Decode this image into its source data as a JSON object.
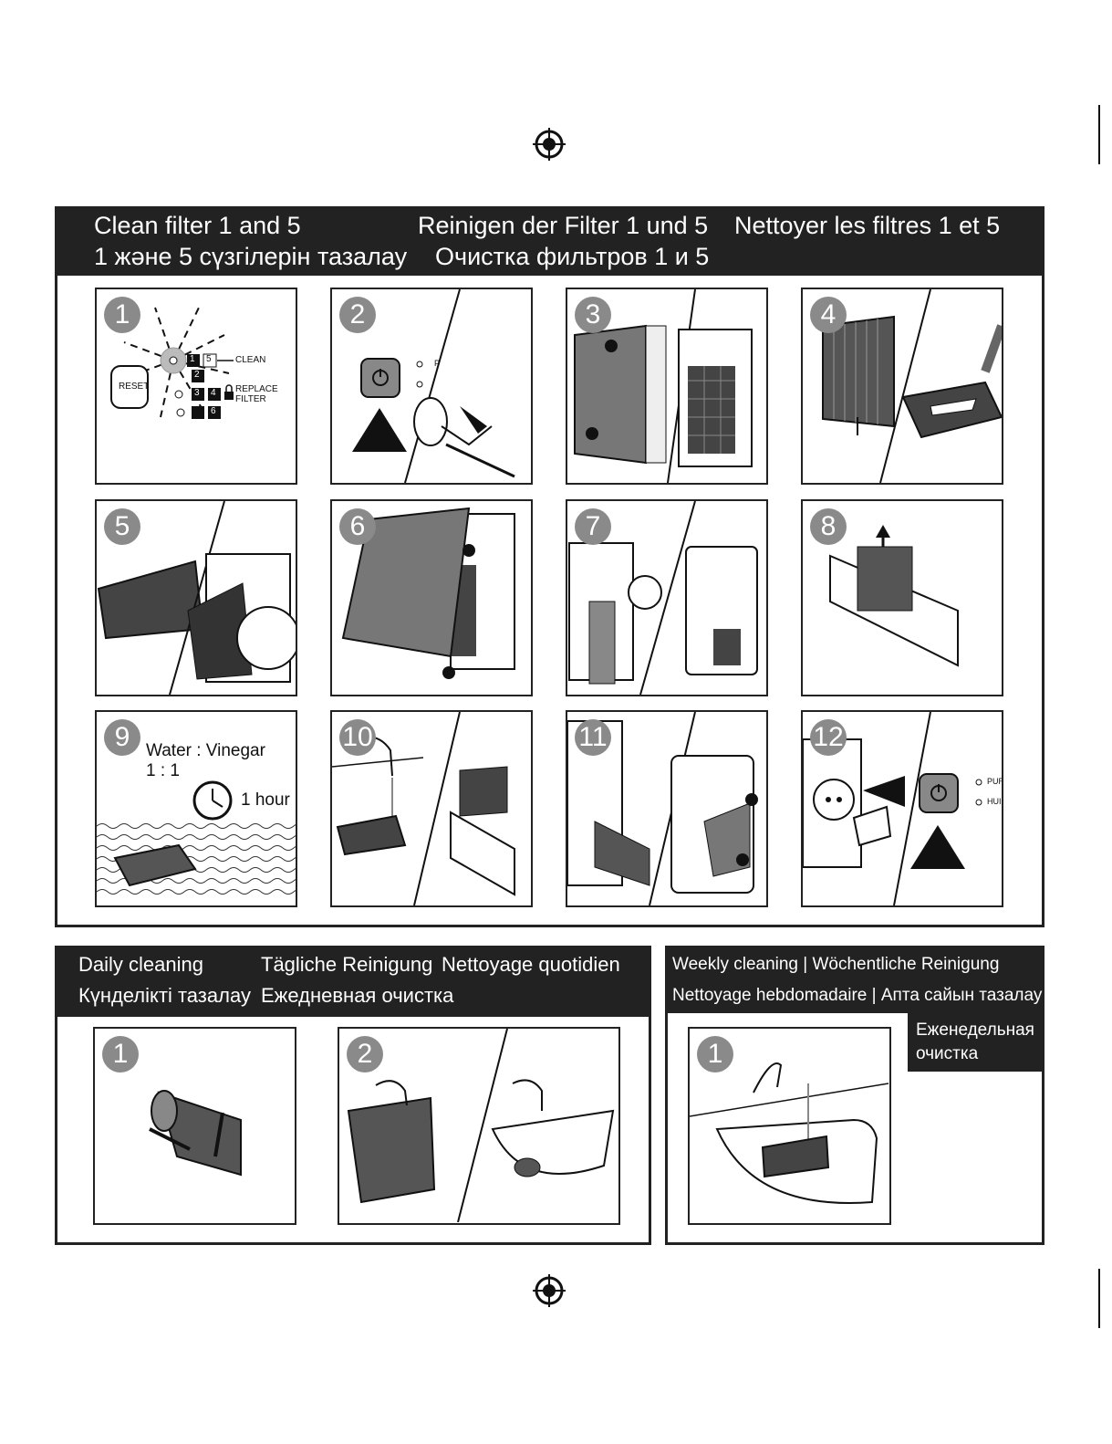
{
  "main_section": {
    "headings": [
      "Clean filter 1 and 5",
      "Reinigen der Filter 1 und 5",
      "Nettoyer les filtres 1 et 5",
      "1 және 5 сүзгілерін тазалау",
      "Очистка фильтров 1 и 5"
    ],
    "steps": [
      "1",
      "2",
      "3",
      "4",
      "5",
      "6",
      "7",
      "8",
      "9",
      "10",
      "11",
      "12"
    ],
    "step1": {
      "reset": "RESET",
      "clean": "CLEAN",
      "replace": "REPLACE",
      "filter": "FILTER",
      "f1": "1",
      "f5": "5",
      "f2": "2",
      "f3": "3",
      "f4": "4",
      "f6": "6"
    },
    "step2": {
      "indicator": "P"
    },
    "step9": {
      "ratio_label": "Water : Vinegar",
      "ratio": "1 : 1",
      "time": "1 hour"
    },
    "step12": {
      "pur": "PUR",
      "hum": "HUI"
    }
  },
  "daily_section": {
    "headings": [
      "Daily cleaning",
      "Tägliche Reinigung",
      "Nettoyage quotidien",
      "Күнделікті тазалау",
      "Ежедневная очистка"
    ],
    "steps": [
      "1",
      "2"
    ]
  },
  "weekly_section": {
    "headings": [
      "Weekly cleaning | Wöchentliche Reinigung",
      "Nettoyage hebdomadaire | Апта сайын тазалау",
      "Еженедельная",
      "очистка"
    ],
    "steps": [
      "1"
    ]
  }
}
